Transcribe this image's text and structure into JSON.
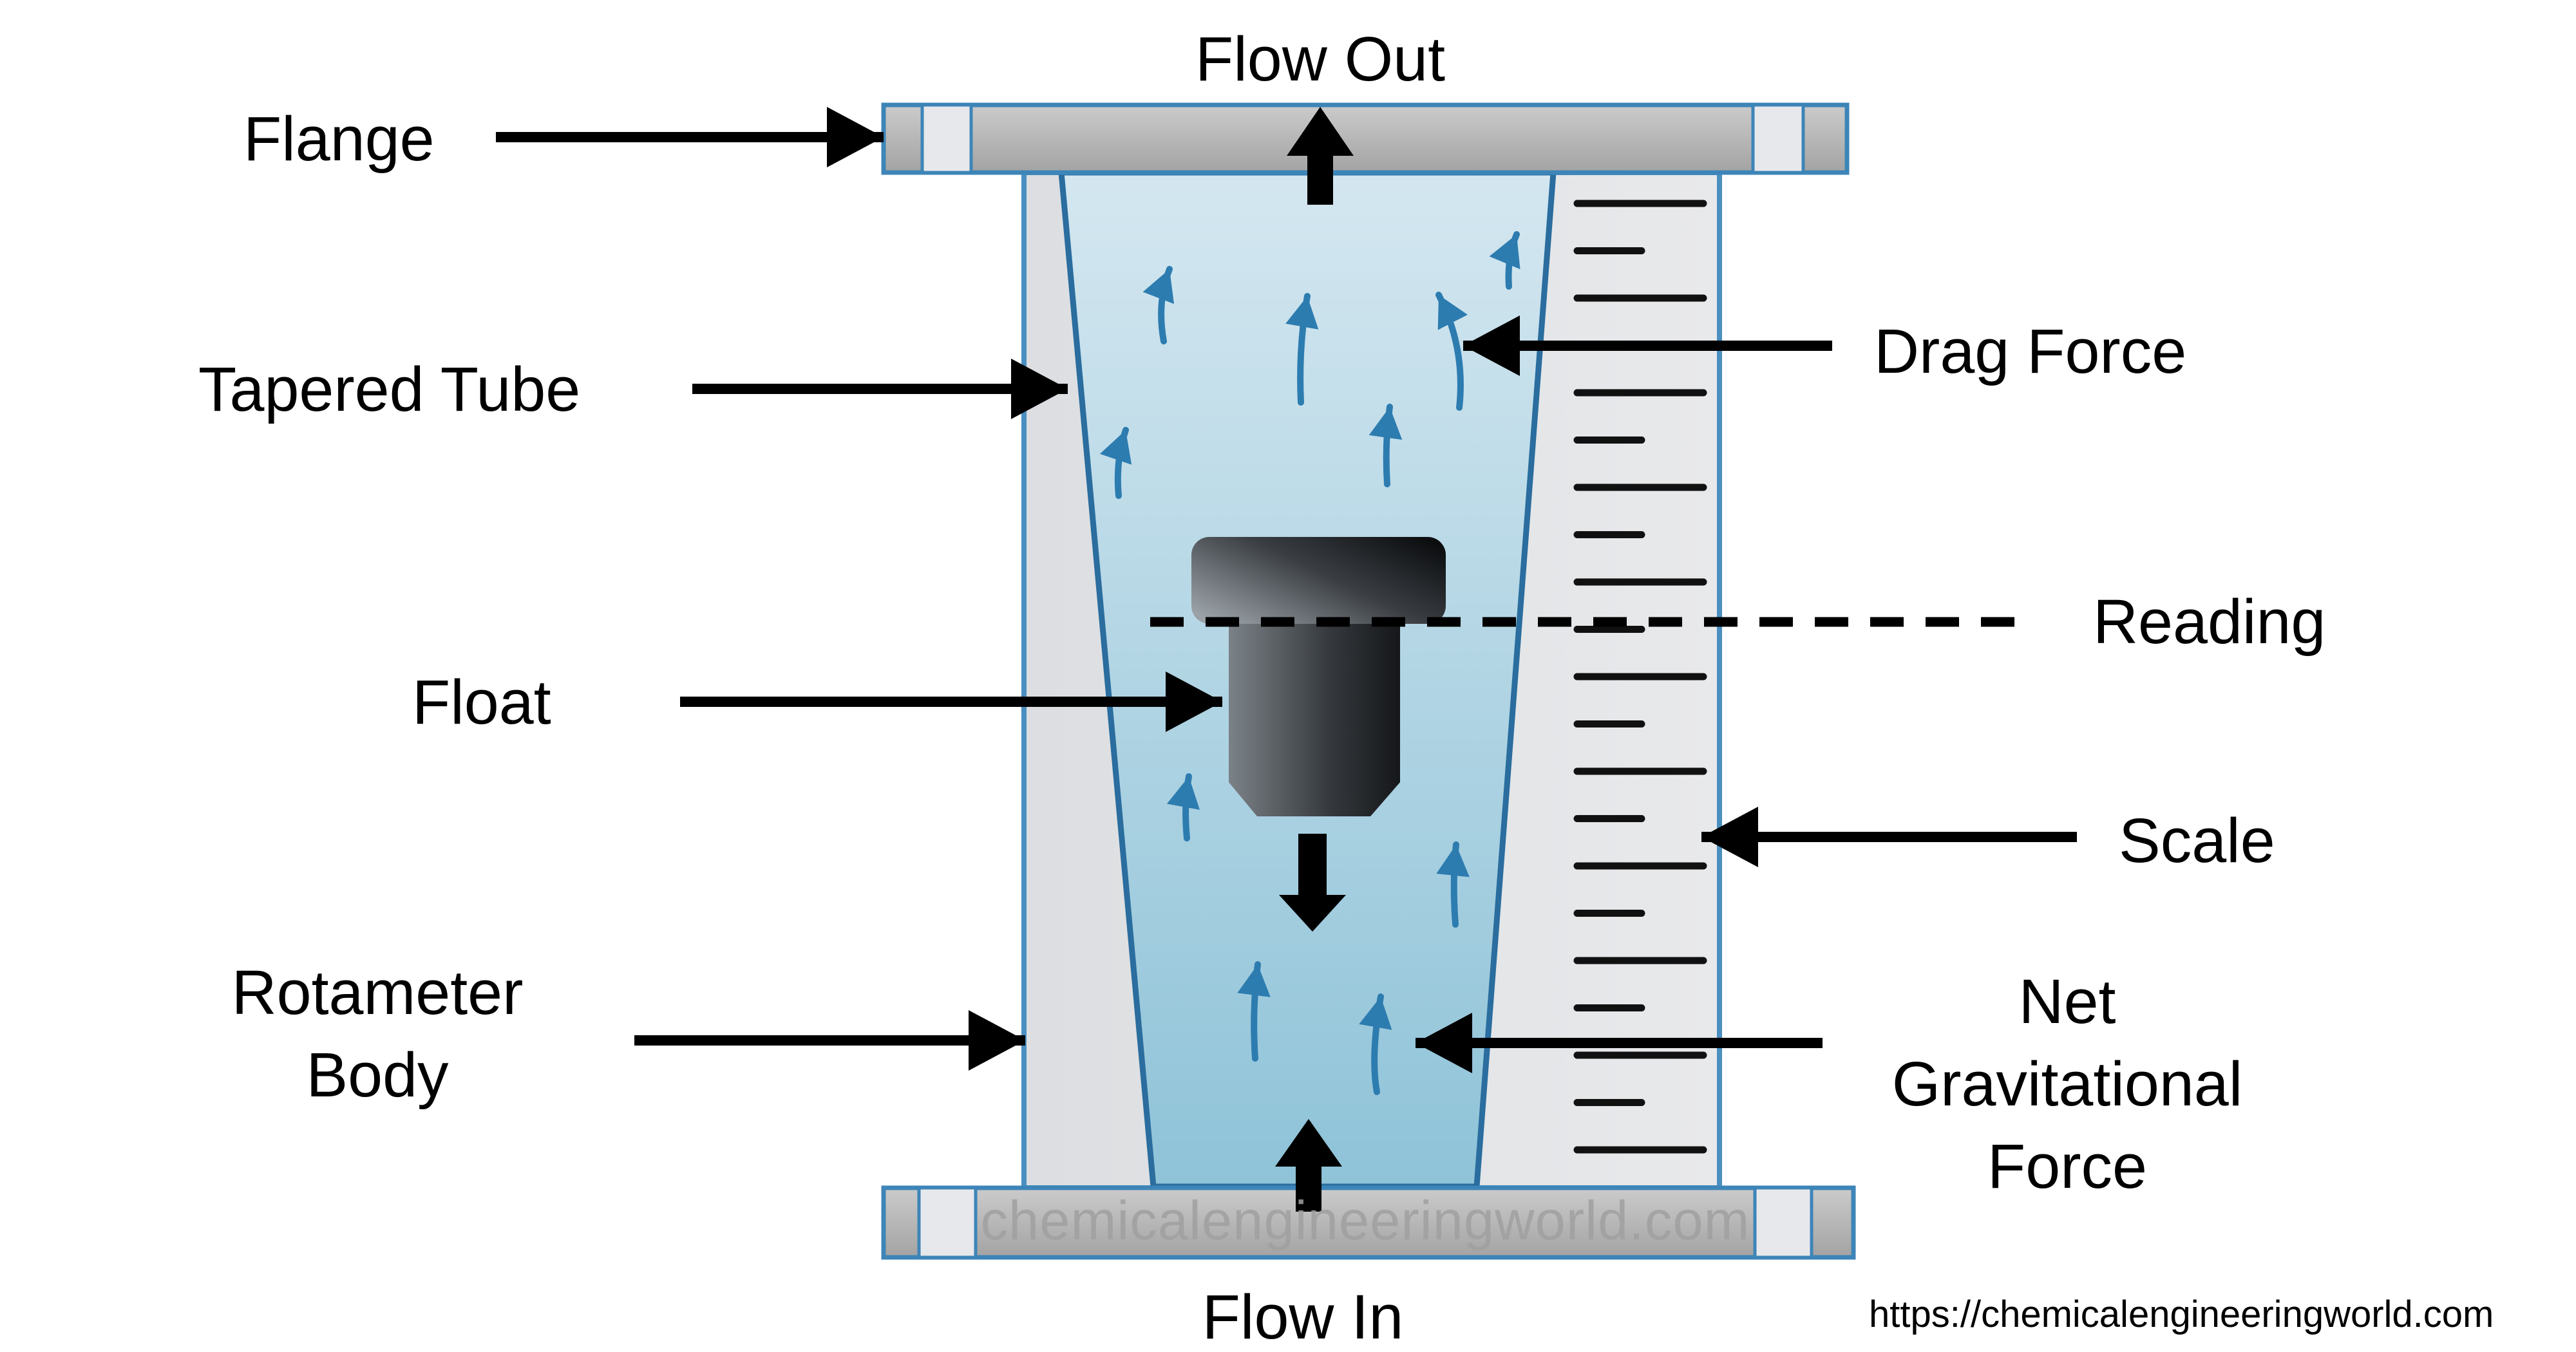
{
  "diagram": {
    "title_implicit": "Rotameter working diagram",
    "labels": {
      "flow_out": "Flow Out",
      "flange": "Flange",
      "tapered_tube": "Tapered Tube",
      "drag_force": "Drag Force",
      "float": "Float",
      "reading": "Reading",
      "scale": "Scale",
      "rotameter_body": "Rotameter\nBody",
      "net_gravitational_force": "Net\nGravitational\nForce",
      "flow_in": "Flow In"
    },
    "watermark": "chemicalengineeringworld.com",
    "source_url": "https://chemicalengineeringworld.com",
    "scale_strip": {
      "tick_count": 21,
      "tick_pattern": "alternating long/short"
    },
    "flow_direction": "upward (in at bottom, out at top)",
    "colors": {
      "text": "#000000",
      "accent_blue": "#3d85b8",
      "tube_outline": "#2a6d9e",
      "water_top": "#d4e7f0",
      "water_bottom": "#8fc3d8",
      "body_gray": "#e4e5e7",
      "flange_top": "#cbcbcb",
      "flange_bottom": "#a3a3a3",
      "cap_fill": "#e7e8eb",
      "float_light": "#9aa1a7",
      "float_dark": "#0c0e10",
      "arrow_blue": "#2d7cb0",
      "watermark": "#a0a0a0"
    }
  }
}
